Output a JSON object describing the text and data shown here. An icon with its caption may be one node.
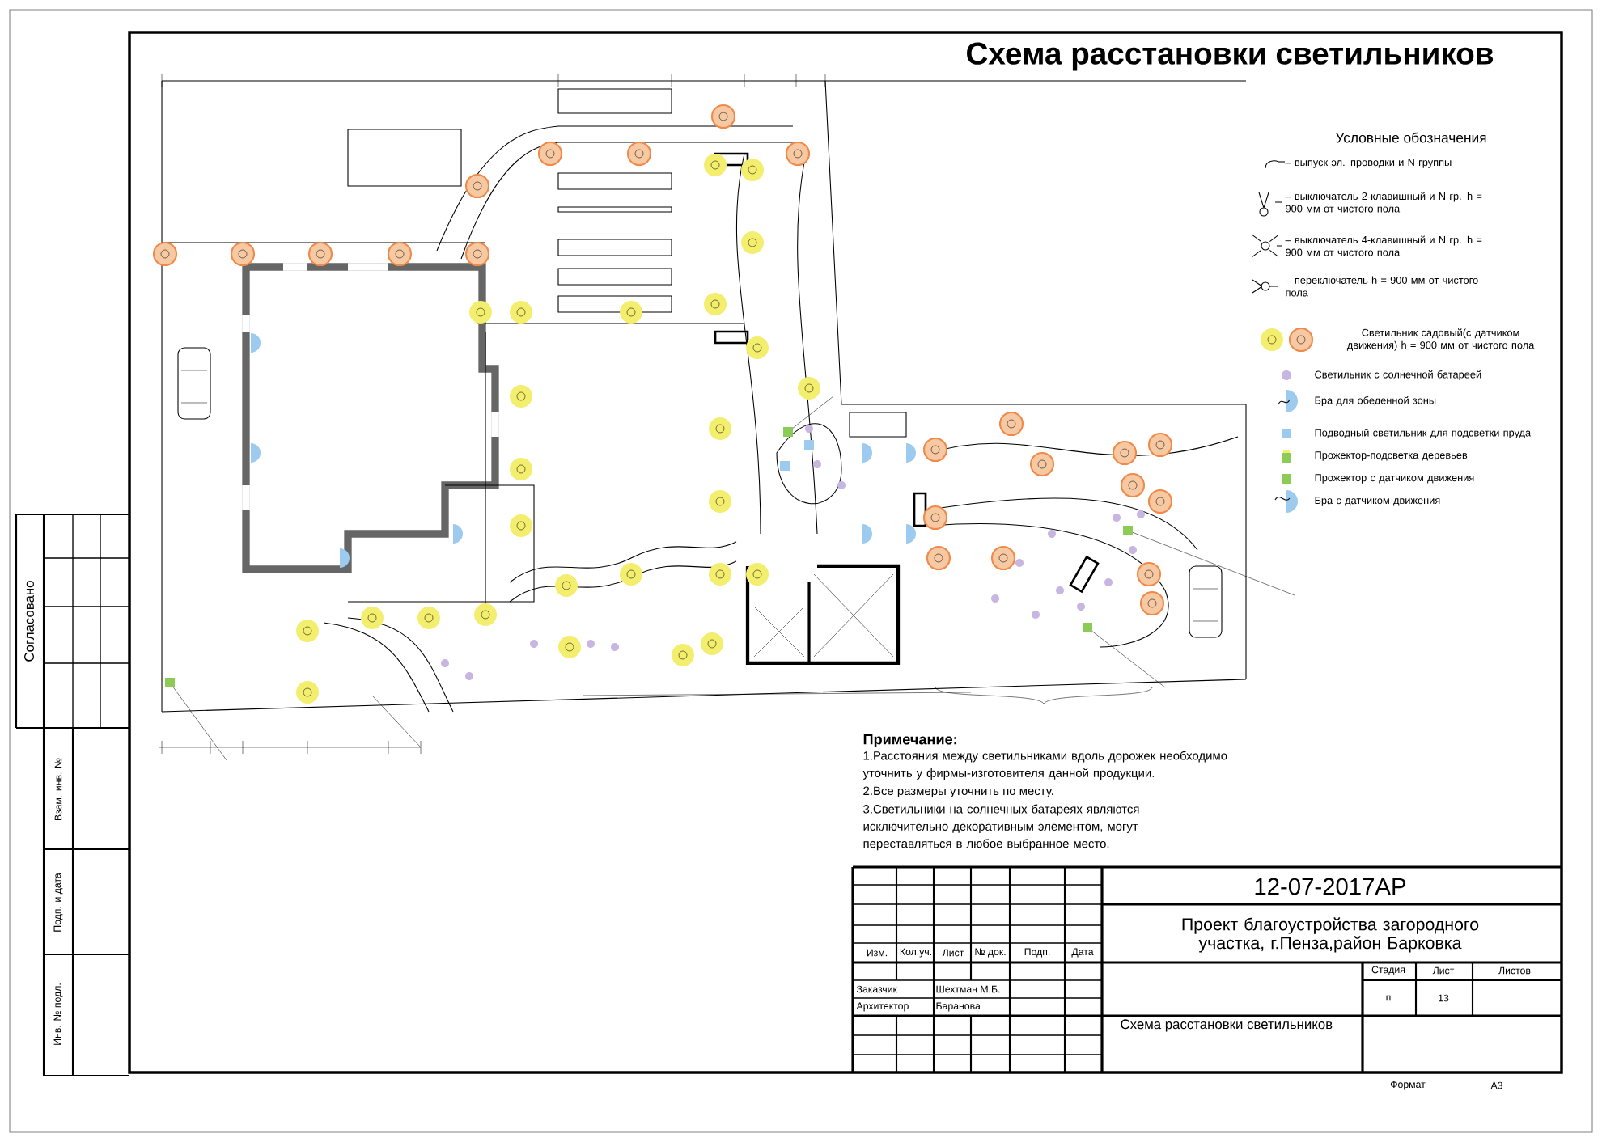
{
  "diagram": {
    "title": "Схема расстановки светильников",
    "labels": [
      "Условные обозначения",
      "Примечание:",
      "1.Расстояния между светильниками вдоль дорожек необходимо уточнить у фирмы-изготовителя данной продукции.",
      "2.Все размеры уточнить по месту.",
      "3.Светильники на солнечных батареях являются исключительно декоративным элементом, могут переставляться в любое выбранное место.",
      "12-07-2017АР",
      "Проект благоустройства загородного участка, г.Пенза,район Барковка",
      "Изм.",
      "Кол.уч.",
      "Лист",
      "№ док.",
      "Подп.",
      "Дата",
      "Стадия",
      "Лист",
      "Листов",
      "п",
      "13",
      "Заказчик",
      "Шехтман М.Б.",
      "Архитектор",
      "Баранова",
      "Схема расстановки светильников",
      "Формат",
      "А3",
      "Согласовано",
      "Взам. инв. №",
      "Подп. и дата",
      "Инв. № подл."
    ],
    "legend": [
      {
        "text": "– выпуск эл. проводки и N группы"
      },
      {
        "text": "– выключатель 2-клавишный и N гр. h = 900 мм от чистого пола"
      },
      {
        "text": "– выключатель 4-клавишный и N гр. h = 900 мм от чистого пола"
      },
      {
        "text": "– переключатель h = 900 мм от чистого пола"
      },
      {
        "text": "Светильник садовый(с датчиком движения) h = 900 мм от чистого пола"
      },
      {
        "text": "Светильник с солнечной батареей"
      },
      {
        "text": "Бра для обеденной зоны"
      },
      {
        "text": "Подводный светильник для подсветки пруда"
      },
      {
        "text": "Прожектор-подсветка деревьев"
      },
      {
        "text": "Прожектор с датчиком движения"
      },
      {
        "text": "Бра с датчиком движения"
      }
    ]
  }
}
